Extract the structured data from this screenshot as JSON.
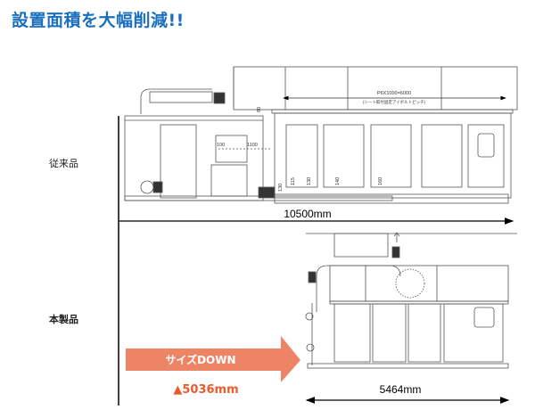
{
  "title": "設置面積を大幅削減!!",
  "conventional": {
    "label": "従来品",
    "width_label": "10500mm",
    "dims": {
      "d100": "100",
      "d1100": "1100",
      "d80": "80",
      "d130a": "130",
      "d115": "115",
      "d130b": "130",
      "d140": "140",
      "d160": "160"
    },
    "pitch_label": "P6X1000=6000",
    "pitch_note": "(シート取付固定アイボルトピッチ)"
  },
  "product": {
    "label": "本製品",
    "width_label": "5464mm"
  },
  "reduction": {
    "arrow_label": "サイズDOWN",
    "amount": "▲5036mm"
  },
  "colors": {
    "title": "#1b6fbe",
    "arrow": "#ee8466",
    "reduction_text": "#ea5a2c",
    "line": "#555555"
  }
}
